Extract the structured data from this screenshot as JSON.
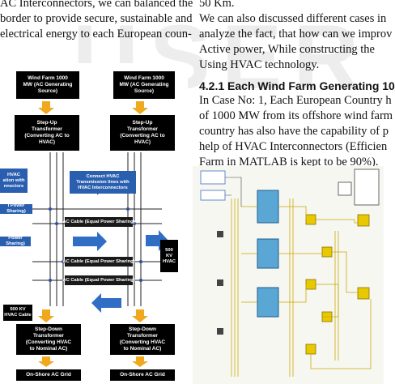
{
  "left_text": {
    "line1": "AC Interconnectors, we can balanced the",
    "line2": "border to provide secure, sustainable and",
    "line3": "electrical energy to each European coun-"
  },
  "right_text": {
    "line1": "50 Km.",
    "line2": "We can also discussed different cases in",
    "line3": "analyze the fact, that how can we improv",
    "line4": "Active power, While constructing the",
    "line5": "Using HVAC technology."
  },
  "section": {
    "heading": "4.2.1 Each Wind Farm Generating 10",
    "line1": "In Case No: 1, Each European Country h",
    "line2": "of 1000 MW from its offshore wind farm",
    "line3": "country has also have the capability of p",
    "line4": "help of HVAC Interconnectors (Efficien",
    "line5": "Farm in MATLAB is kept to be 90%)."
  },
  "watermark": "USER",
  "flowchart": {
    "wind_farm_left": "Wind Farm 1000\nMW (AC Generating\nSource)",
    "wind_farm_right": "Wind Farm 1000\nMW (AC Generating\nSource)",
    "stepup_left": "Step-Up\nTransformer\n(Converting AC to\nHVAC)",
    "stepup_right": "Step-Up\nTransformer\n(Converting AC to\nHVAC)",
    "hvac_left": "HVAC\nation with\nnnectors",
    "connect_hvac": "Connect HVAC\nTransmission lines with\nHVAC Interconnectors",
    "power_sharing_partial": "l Power Sharing)",
    "cable_1": "AC Cable (Equal Power Sharing)",
    "power_sharing_partial_2": "Power Sharing)",
    "cable_2": "AC Cable (Equal Power Sharing)",
    "cable_3": "AC Cable (Equal Power Sharing)",
    "kv_right": "500\nKV\nHVAC",
    "kv_left": "500 KV\nHVAC Cable",
    "stepdown_left": "Step-Down\nTransformer\n(Converting HVAC\nto Nominal AC)",
    "stepdown_right": "Step-Down\nTransformer\n(Converting HVAC\nto Nominal AC)",
    "grid_left": "On-Shore AC Grid",
    "grid_right": "On-Shore AC Grid"
  },
  "colors": {
    "arrow_orange": "#f0a81c",
    "arrow_blue": "#2f6ec4",
    "box_blue": "#2a5fb0",
    "sim_block": "#5aa7d6",
    "sim_wire": "#c8a800"
  }
}
